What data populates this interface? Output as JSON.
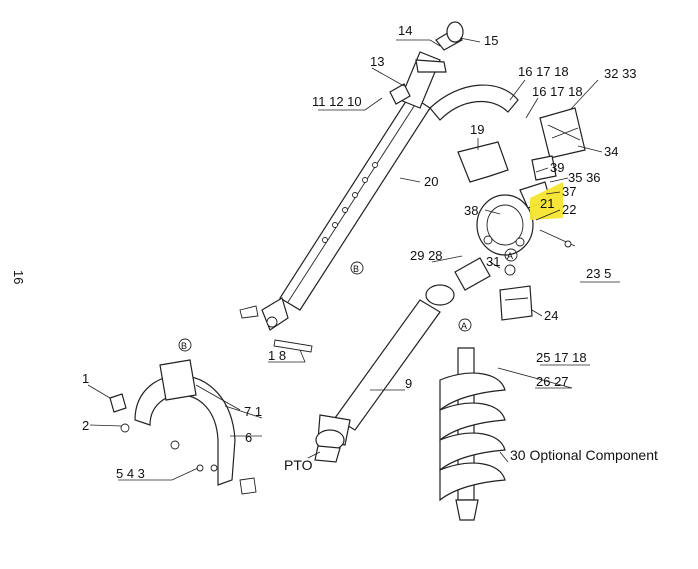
{
  "page": {
    "page_number": "16"
  },
  "highlight_color": "#f5e52e",
  "callouts": {
    "c1": "1",
    "c2": "2",
    "c3": "5 4 3",
    "c4": "6",
    "c5": "7 1",
    "c6": "1 8",
    "c7": "9",
    "c8": "PTO",
    "c9": "11 12 10",
    "c10": "13",
    "c11": "14",
    "c12": "15",
    "c13": "16 17 18",
    "c14": "16 17 18",
    "c15": "32 33",
    "c16": "19",
    "c17": "20",
    "c18": "34",
    "c19": "39",
    "c20": "35 36",
    "c21": "37",
    "c22": "21",
    "c23": "22",
    "c24": "38",
    "c25": "29 28",
    "c26": "31",
    "c27": "23 5",
    "c28": "24",
    "c29": "25 17 18",
    "c30": "26 27",
    "c31": "30 Optional Component"
  },
  "markers": {
    "a1": "A",
    "a2": "A",
    "b1": "B",
    "b2": "B"
  }
}
